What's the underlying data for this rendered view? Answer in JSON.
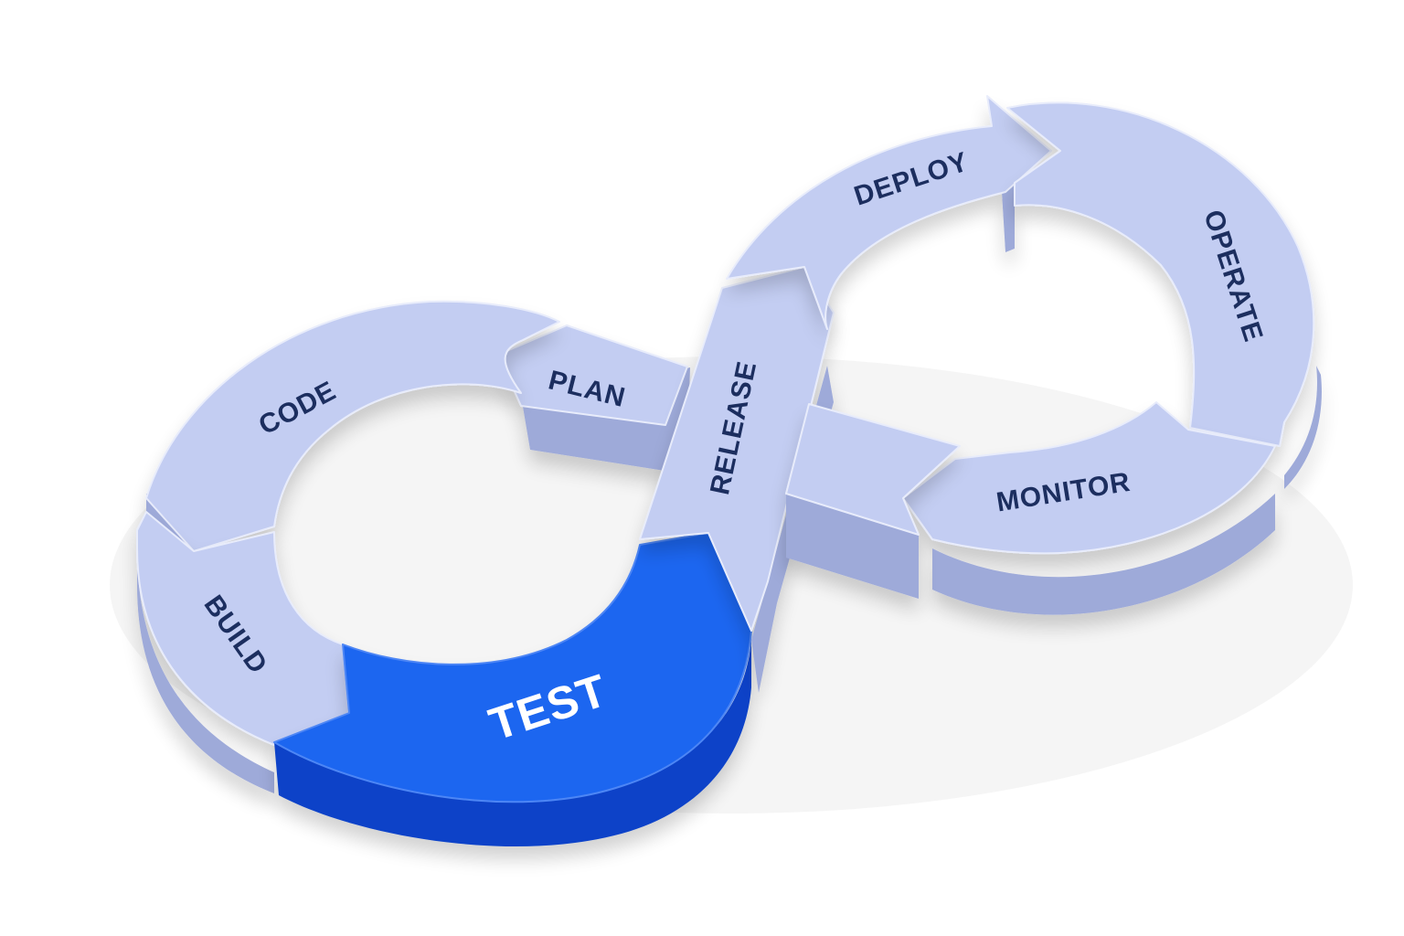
{
  "colors": {
    "segment_top": "#c3cdf2",
    "segment_side": "#9eaad9",
    "segment_edge": "#e8ecfb",
    "label": "#1b2d5e",
    "active_top": "#1f66f0",
    "active_side": "#0b43c8",
    "active_label": "#ffffff",
    "background": "#ffffff"
  },
  "stages": [
    {
      "id": "plan",
      "label": "PLAN",
      "active": false
    },
    {
      "id": "code",
      "label": "CODE",
      "active": false
    },
    {
      "id": "build",
      "label": "BUILD",
      "active": false
    },
    {
      "id": "test",
      "label": "TEST",
      "active": true
    },
    {
      "id": "release",
      "label": "RELEASE",
      "active": false
    },
    {
      "id": "deploy",
      "label": "DEPLOY",
      "active": false
    },
    {
      "id": "operate",
      "label": "OPERATE",
      "active": false
    },
    {
      "id": "monitor",
      "label": "MONITOR",
      "active": false
    }
  ]
}
